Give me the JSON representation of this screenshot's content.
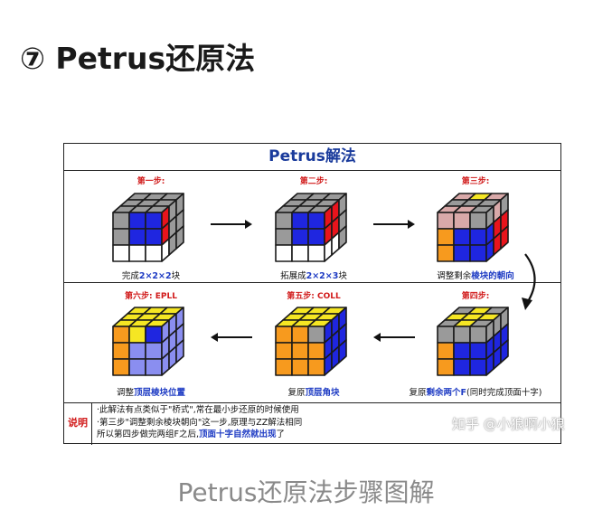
{
  "heading": "⑦ Petrus还原法",
  "figure": {
    "title": "Petrus解法",
    "steps": [
      {
        "label": "第一步:",
        "caption_pre": "完成",
        "caption_hl": "2×2×2",
        "caption_post": "块"
      },
      {
        "label": "第二步:",
        "caption_pre": "拓展成",
        "caption_hl": "2×2×3",
        "caption_post": "块"
      },
      {
        "label": "第三步:",
        "caption_pre": "调整剩余",
        "caption_hl": "棱块的朝向",
        "caption_post": ""
      },
      {
        "label": "第四步:",
        "caption_pre": "复原",
        "caption_hl": "剩余两个F",
        "caption_post": "(同时完成顶面十字)"
      },
      {
        "label": "第五步: COLL",
        "caption_pre": "复原",
        "caption_hl": "顶层角块",
        "caption_post": ""
      },
      {
        "label": "第六步: EPLL",
        "caption_pre": "调整",
        "caption_hl": "顶层棱块位置",
        "caption_post": ""
      }
    ],
    "explain_label": "说明",
    "explain_lines": [
      {
        "pre": "·此解法有点类似于\"桥式\",常在最小步还原的时候使用",
        "hl": "",
        "post": ""
      },
      {
        "pre": "·第三步\"调整剩余棱块朝向\"这一步,原理与ZZ解法相同",
        "hl": "",
        "post": ""
      },
      {
        "pre": " 所以第四步做完两组F之后,",
        "hl": "顶面十字自然就出现",
        "post": "了"
      }
    ]
  },
  "watermark": "知乎 @小狼啊小狼",
  "page_caption": "Petrus还原法步骤图解",
  "colors": {
    "red": "#e8141c",
    "blue": "#1f26e0",
    "gray": "#9a9a9a",
    "yellow": "#f5e623",
    "orange": "#f79a1e",
    "white": "#ffffff",
    "pink": "#d9a9a9",
    "lightblue": "#8a8ef0"
  },
  "icons": [
    "arrow-right-icon",
    "arrow-left-icon",
    "curved-arrow-down-icon"
  ]
}
